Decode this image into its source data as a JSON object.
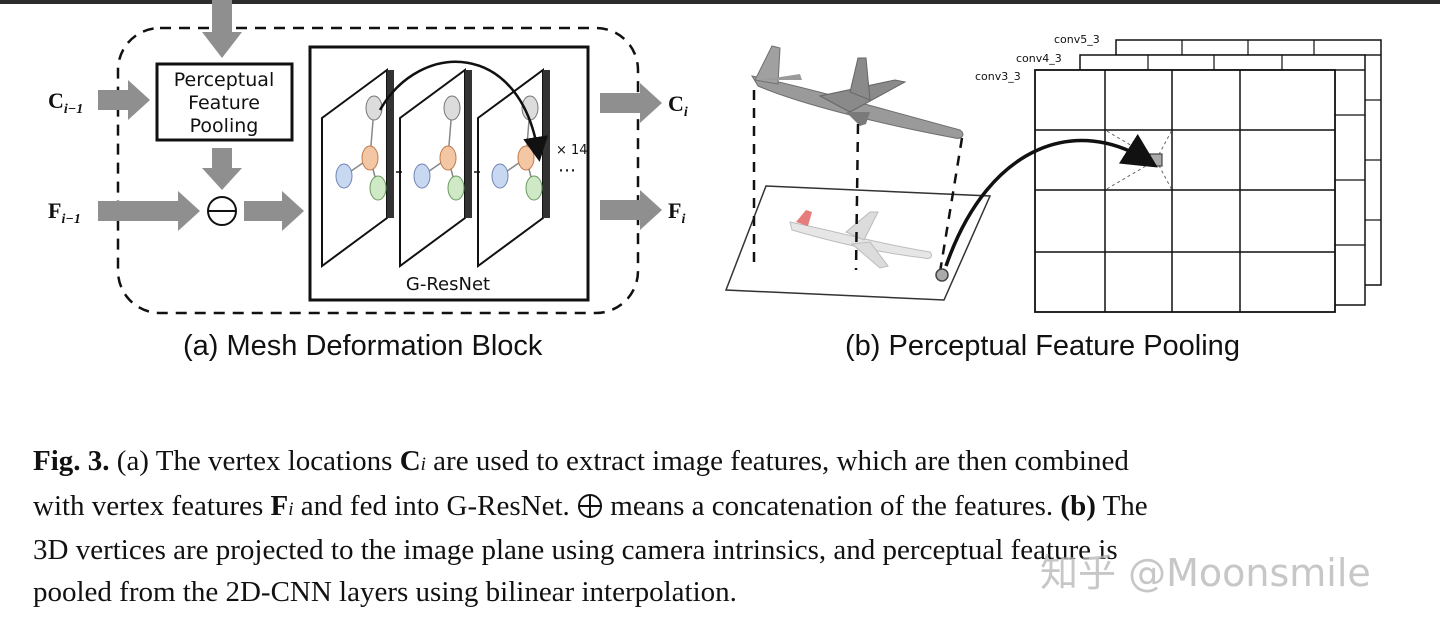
{
  "figure": {
    "panel_a": {
      "caption": "(a) Mesh Deformation Block",
      "input_coords": "C",
      "input_coords_sub": "i−1",
      "input_feats": "F",
      "input_feats_sub": "i−1",
      "output_coords": "C",
      "output_coords_sub": "i",
      "output_feats": "F",
      "output_feats_sub": "i",
      "pooling_line1": "Perceptual",
      "pooling_line2": "Feature",
      "pooling_line3": "Pooling",
      "gresnet_label": "G-ResNet",
      "repeat_label": "× 14",
      "ellipsis": "⋯"
    },
    "panel_b": {
      "caption": "(b) Perceptual Feature Pooling",
      "layer_conv5": "conv5_3",
      "layer_conv4": "conv4_3",
      "layer_conv3": "conv3_3"
    }
  },
  "caption": {
    "label": "Fig. 3.",
    "part_a": "(a) The vertex locations",
    "sym_c": "C",
    "sym_i": "i",
    "after_c": "are used to extract image features, which are then combined",
    "line2_start": "with vertex features",
    "sym_f": "F",
    "line2_mid": "and fed into G-ResNet.",
    "line2_end": "means a concatenation of the features.",
    "part_b": "(b)",
    "the": "The",
    "line3": "3D vertices are projected to the image plane using camera intrinsics, and perceptual feature is",
    "line4": "pooled from the 2D-CNN layers using bilinear interpolation."
  },
  "watermark": "知乎 @Moonsmile"
}
